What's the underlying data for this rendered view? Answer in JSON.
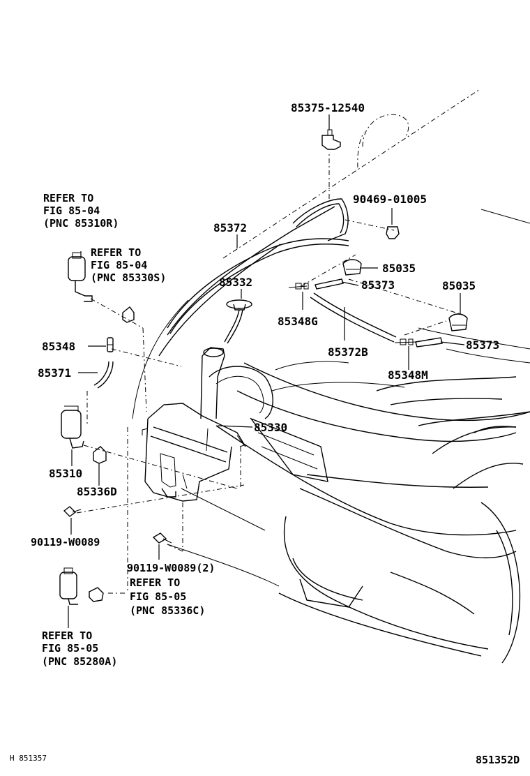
{
  "diagram": {
    "parts": {
      "p85375": "85375-12540",
      "p90469": "90469-01005",
      "p85372": "85372",
      "p85035a": "85035",
      "p85332": "85332",
      "p85373a": "85373",
      "p85035b": "85035",
      "p85348g": "85348G",
      "p85372b": "85372B",
      "p85373b": "85373",
      "p85348m": "85348M",
      "p85348": "85348",
      "p85371": "85371",
      "p85330": "85330",
      "p85310": "85310",
      "p85336d": "85336D",
      "p90119a": "90119-W0089",
      "p90119b": "90119-W0089(2)"
    },
    "refs": {
      "r1": [
        "REFER TO",
        "FIG 85-04",
        "(PNC 85310R)"
      ],
      "r2": [
        "REFER TO",
        "FIG 85-04",
        "(PNC 85330S)"
      ],
      "r3": [
        "REFER TO",
        "FIG 85-05",
        "(PNC 85336C)"
      ],
      "r4": [
        "REFER TO",
        "FIG 85-05",
        "(PNC 85280A)"
      ]
    },
    "footer": {
      "left": "H 851357",
      "right": "851352D"
    }
  }
}
